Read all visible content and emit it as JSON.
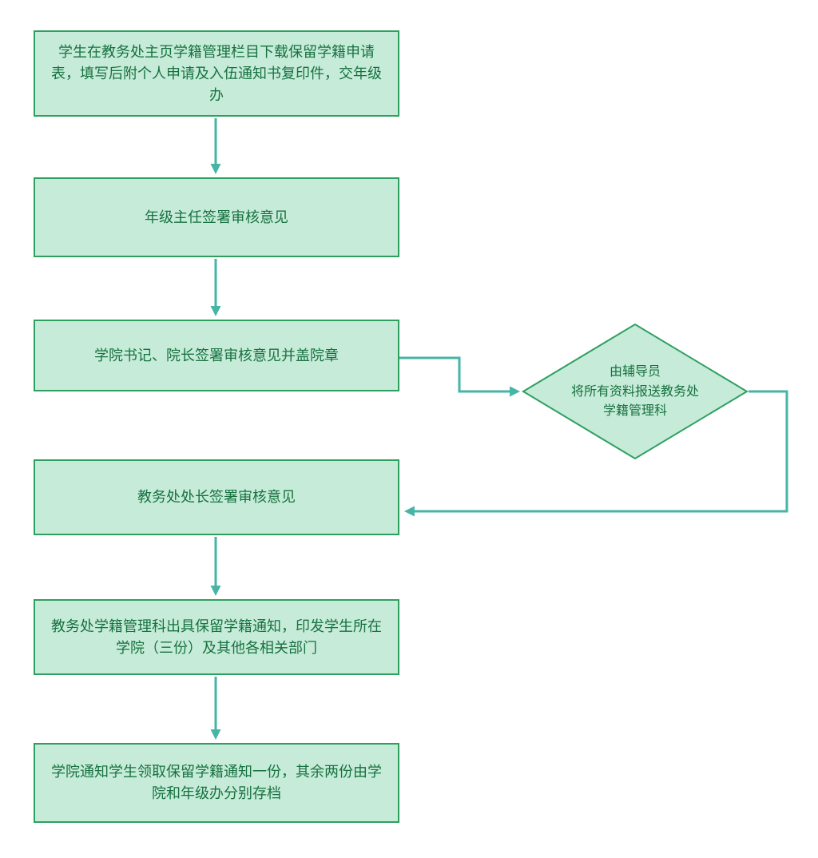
{
  "colors": {
    "box_fill": "#c6ecd9",
    "box_border": "#2f9f60",
    "text": "#177140",
    "arrow": "#46b4a6"
  },
  "flow": {
    "steps": [
      {
        "id": "step1",
        "shape": "rect",
        "label": "学生在教务处主页学籍管理栏目下载保留学籍申请表，填写后附个人申请及入伍通知书复印件，交年级办"
      },
      {
        "id": "step2",
        "shape": "rect",
        "label": "年级主任签署审核意见"
      },
      {
        "id": "step3",
        "shape": "rect",
        "label": "学院书记、院长签署审核意见并盖院章"
      },
      {
        "id": "decision",
        "shape": "diamond",
        "label": "由辅导员\n将所有资料报送教务处\n学籍管理科"
      },
      {
        "id": "step4",
        "shape": "rect",
        "label": "教务处处长签署审核意见"
      },
      {
        "id": "step5",
        "shape": "rect",
        "label": "教务处学籍管理科出具保留学籍通知，印发学生所在学院（三份）及其他各相关部门"
      },
      {
        "id": "step6",
        "shape": "rect",
        "label": "学院通知学生领取保留学籍通知一份，其余两份由学院和年级办分别存档"
      }
    ]
  }
}
